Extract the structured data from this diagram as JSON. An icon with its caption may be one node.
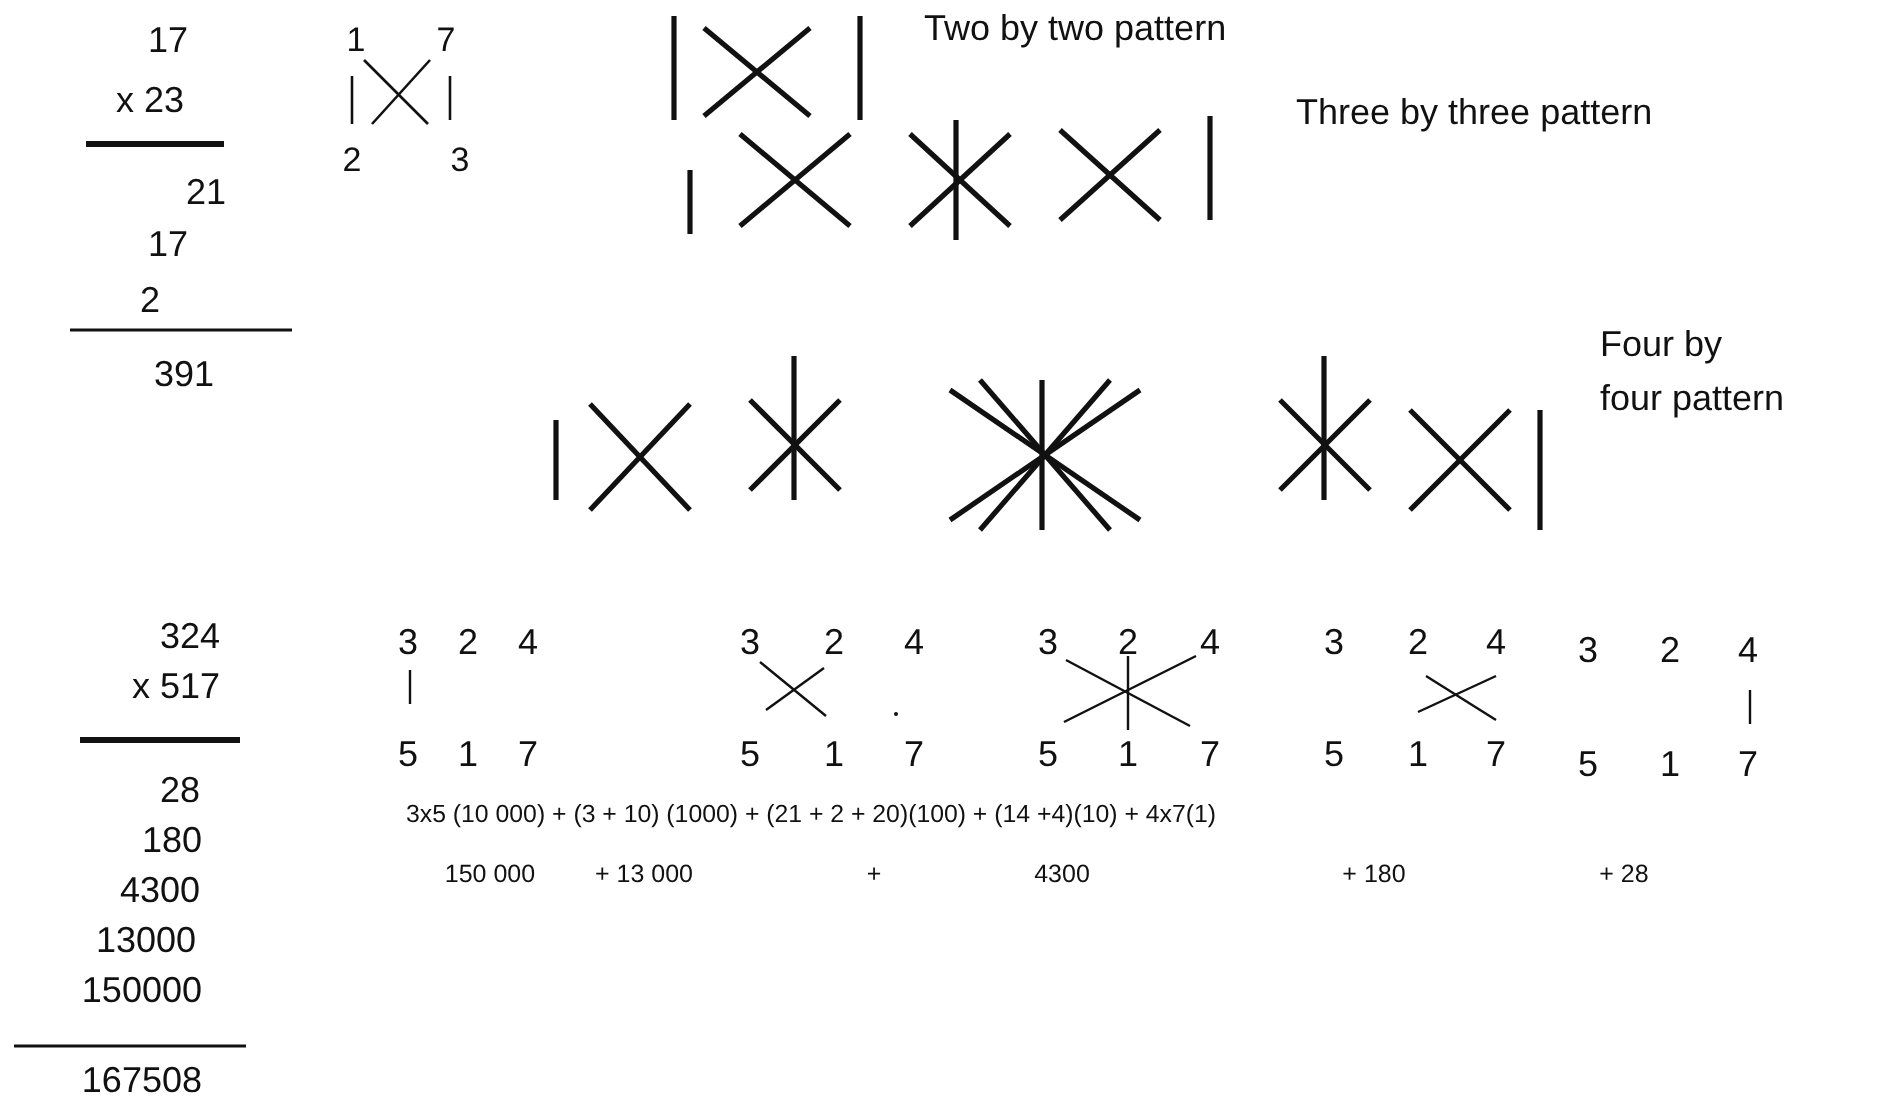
{
  "diagram": {
    "labels": [
      "17",
      "x 23",
      "21",
      "17",
      "2",
      "391",
      "1",
      "7",
      "2",
      "3",
      "Two by two pattern",
      "Three by three pattern",
      "Four by",
      "four pattern",
      "324",
      "x 517",
      "28",
      "180",
      "4300",
      "13000",
      "150000",
      "167508",
      "3",
      "2",
      "4",
      "3",
      "2",
      "4",
      "3",
      "2",
      "4",
      "3",
      "2",
      "4",
      "3",
      "2",
      "4",
      "5",
      "1",
      "7",
      "5",
      "1",
      "7",
      "5",
      "1",
      "7",
      "5",
      "1",
      "7",
      "5",
      "1",
      "7",
      "3x5 (10 000) + (3 + 10) (1000) + (21 + 2 + 20)(100) + (14 +4)(10) + 4x7(1)",
      "150 000",
      "+ 13 000",
      "+",
      "4300",
      "+ 180",
      "+ 28"
    ]
  }
}
